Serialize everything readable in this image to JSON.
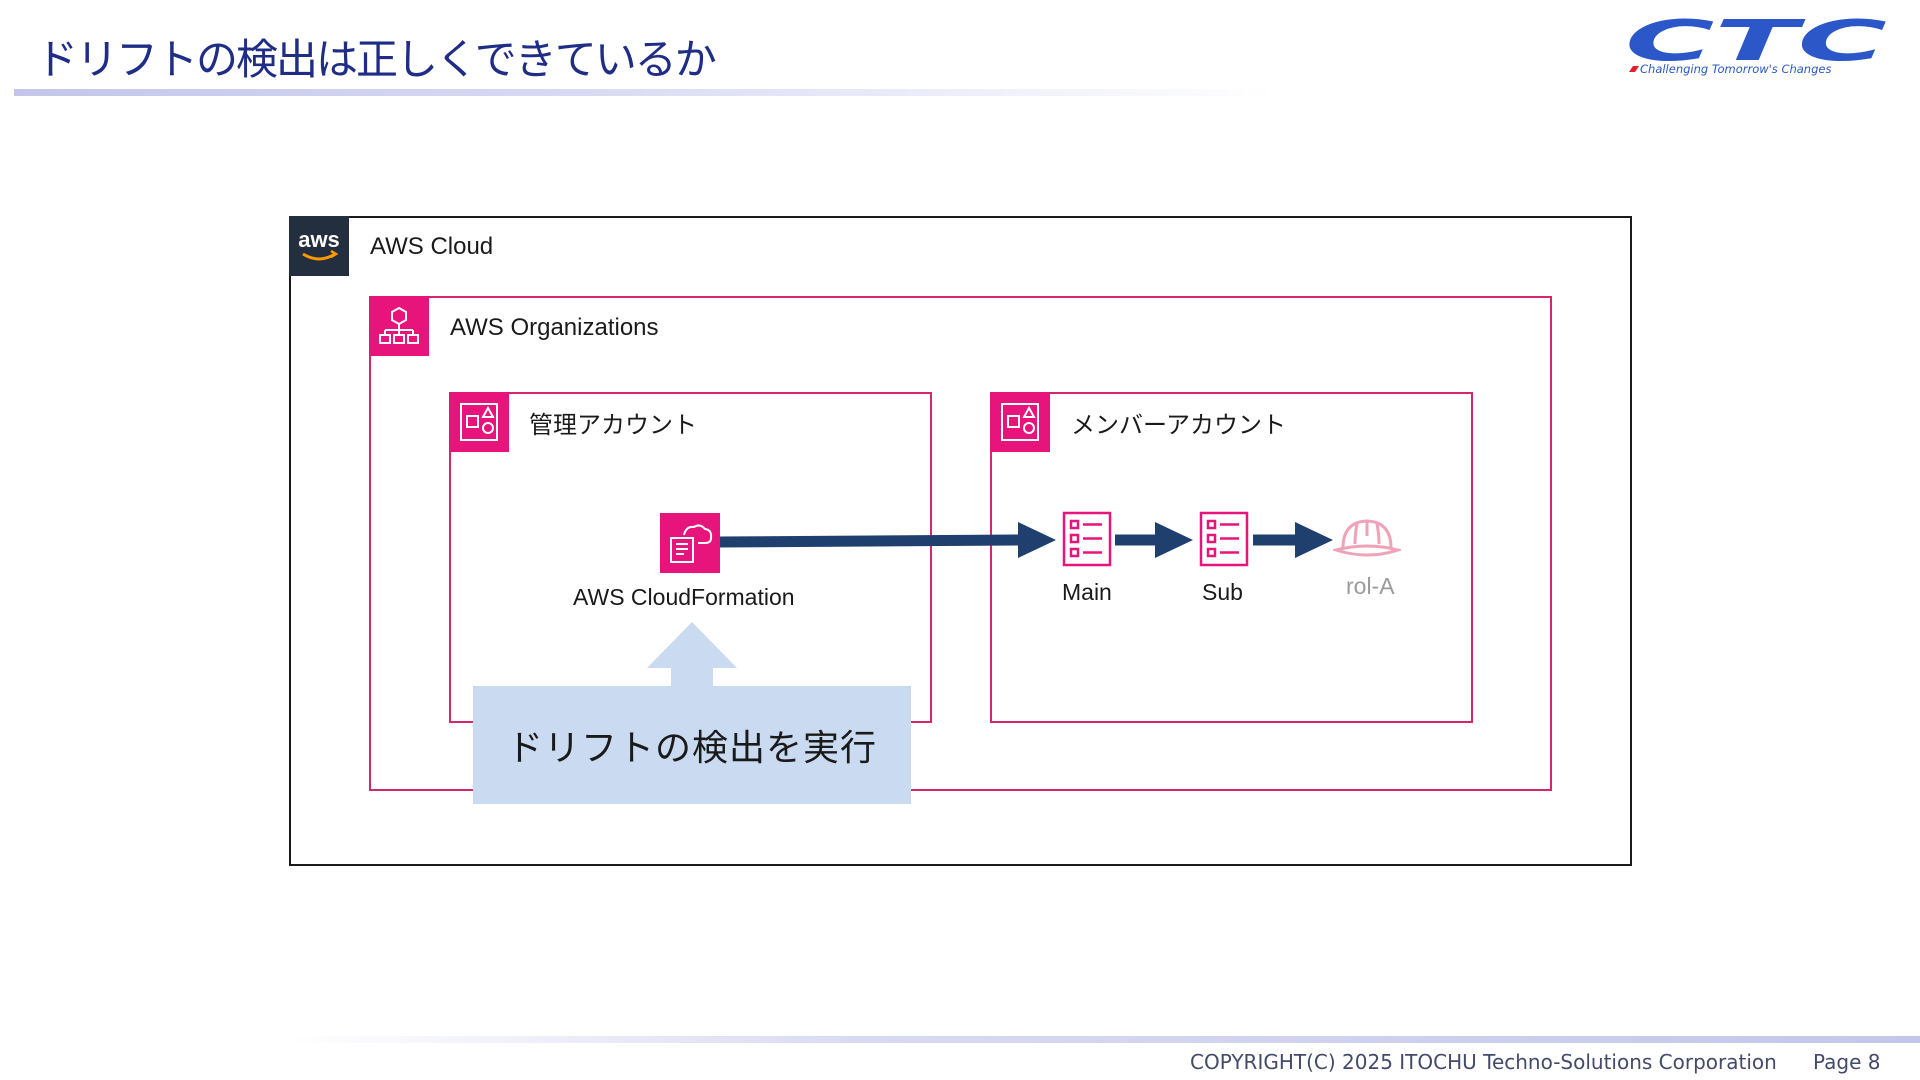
{
  "slide": {
    "title": "ドリフトの検出は正しくできているか"
  },
  "logo": {
    "wordmark": "CTC",
    "tagline": "Challenging Tomorrow's Changes",
    "brand_color": "#2b57c9"
  },
  "diagram": {
    "aws_cloud": {
      "label": "AWS Cloud",
      "logo_text": "aws"
    },
    "organizations": {
      "label": "AWS Organizations"
    },
    "management_account": {
      "label": "管理アカウント",
      "service_label": "AWS CloudFormation"
    },
    "member_account": {
      "label": "メンバーアカウント",
      "nodes": [
        {
          "label": "Main",
          "icon": "stack-template-icon"
        },
        {
          "label": "Sub",
          "icon": "stack-template-icon"
        },
        {
          "label": "rol-A",
          "icon": "iam-role-helmet-icon",
          "faded": true
        }
      ]
    },
    "callout": {
      "text": "ドリフトの検出を実行"
    },
    "colors": {
      "aws_pink": "#e7157b",
      "group_border": "#d3286e",
      "arrow": "#1f3f6e",
      "callout_bg": "#c9daf1",
      "callout_arrow": "#c9daf1",
      "faded_icon": "#f0a3b8"
    }
  },
  "footer": {
    "copyright": "COPYRIGHT(C) 2025 ITOCHU Techno-Solutions Corporation",
    "page": "Page 8"
  }
}
